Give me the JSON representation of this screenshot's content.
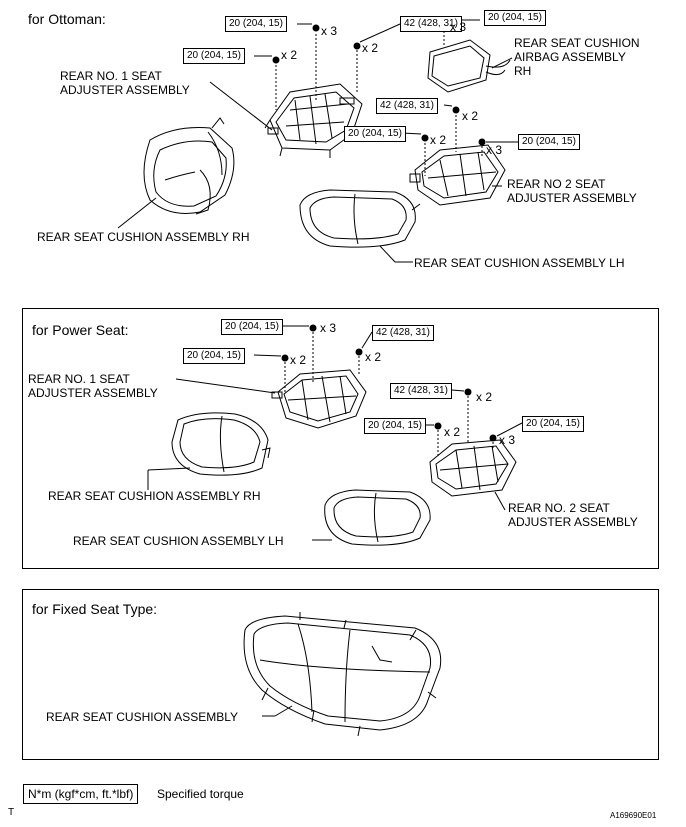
{
  "sections": {
    "ottoman": {
      "title": "for Ottoman:",
      "torques": [
        "20 (204, 15)",
        "42 (428, 31)",
        "20 (204, 15)",
        "20 (204, 15)",
        "42 (428, 31)",
        "20 (204, 15)",
        "20 (204, 15)"
      ],
      "quantities": [
        "x 3",
        "x 2",
        "x 3",
        "x 2",
        "x 2",
        "x 2",
        "x 3"
      ],
      "labels": {
        "adjuster_1": [
          "REAR NO. 1 SEAT",
          "ADJUSTER ASSEMBLY"
        ],
        "airbag": [
          "REAR SEAT CUSHION",
          "AIRBAG ASSEMBLY",
          "RH"
        ],
        "adjuster_2": [
          "REAR NO  2 SEAT",
          "ADJUSTER ASSEMBLY"
        ],
        "cushion_rh": "REAR SEAT CUSHION ASSEMBLY RH",
        "cushion_lh": "REAR SEAT CUSHION ASSEMBLY LH"
      }
    },
    "power": {
      "title": "for Power Seat:",
      "torques": [
        "20 (204, 15)",
        "42 (428, 31)",
        "20 (204, 15)",
        "42 (428, 31)",
        "20 (204, 15)",
        "20 (204, 15)"
      ],
      "quantities": [
        "x 3",
        "x 2",
        "x 2",
        "x 2",
        "x 2",
        "x 3"
      ],
      "labels": {
        "adjuster_1": [
          "REAR NO. 1 SEAT",
          "ADJUSTER ASSEMBLY"
        ],
        "adjuster_2": [
          "REAR NO. 2 SEAT",
          "ADJUSTER ASSEMBLY"
        ],
        "cushion_rh": "REAR SEAT CUSHION ASSEMBLY RH",
        "cushion_lh": "REAR SEAT CUSHION ASSEMBLY LH"
      }
    },
    "fixed": {
      "title": "for Fixed Seat Type:",
      "labels": {
        "cushion": "REAR SEAT CUSHION ASSEMBLY"
      }
    }
  },
  "legend": {
    "unit": "N*m (kgf*cm, ft.*lbf)",
    "meaning": "Specified torque"
  },
  "footer": {
    "left_mark": "T",
    "figure_code": "A169690E01"
  }
}
